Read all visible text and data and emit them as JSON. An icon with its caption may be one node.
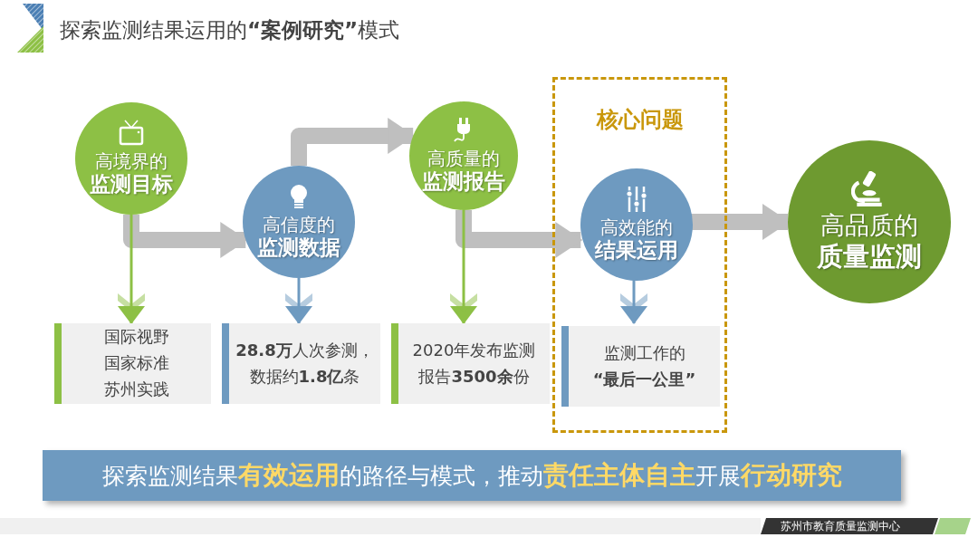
{
  "diagram": {
    "title": "探索监测结果运用的**“案例研究”**模式",
    "nodes": [
      {
        "text": [
          "高境界的",
          "监测目标"
        ]
      },
      {
        "text": [
          "高信度的",
          "监测数据"
        ]
      },
      {
        "text": [
          "高质量的",
          "监测报告"
        ]
      },
      {
        "text": [
          "核心问题"
        ]
      },
      {
        "text": [
          "高效能的",
          "结果运用"
        ],
        "in": 3
      },
      {
        "text": [
          "高品质的",
          "质量监测"
        ]
      },
      {
        "text": [
          "国际视野国家标准苏州实践"
        ]
      },
      {
        "text": [
          "**28.8万**人次参测，数据约**1.8亿**条"
        ]
      },
      {
        "text": [
          "2020年发布监测报告**3500余**份"
        ]
      },
      {
        "text": [
          "监测工作的**“最后一公里”**"
        ],
        "in": 3
      },
      {
        "text": [
          "探索监测结果**有效运用**的路径与模式，推动**责任主体自主**开展**行动研究**"
        ]
      },
      {
        "text": [
          "苏州市教育质量监测中心"
        ]
      }
    ],
    "edges": [
      {
        "from": 0,
        "to": 1,
        "arrow": "to",
        "style": "thick"
      },
      {
        "from": 1,
        "to": 2,
        "arrow": "to",
        "style": "thick"
      },
      {
        "from": 2,
        "to": 4,
        "arrow": "to",
        "style": "thick"
      },
      {
        "from": 4,
        "to": 5,
        "arrow": "to",
        "style": "thick"
      },
      {
        "from": 0,
        "to": 6,
        "arrow": "to",
        "color": "#8dc045"
      },
      {
        "from": 1,
        "to": 7,
        "arrow": "to",
        "color": "#6e9ac0"
      },
      {
        "from": 2,
        "to": 8,
        "arrow": "to",
        "color": "#8dc045"
      },
      {
        "from": 4,
        "to": 9,
        "arrow": "to",
        "color": "#6e9ac0"
      }
    ]
  }
}
